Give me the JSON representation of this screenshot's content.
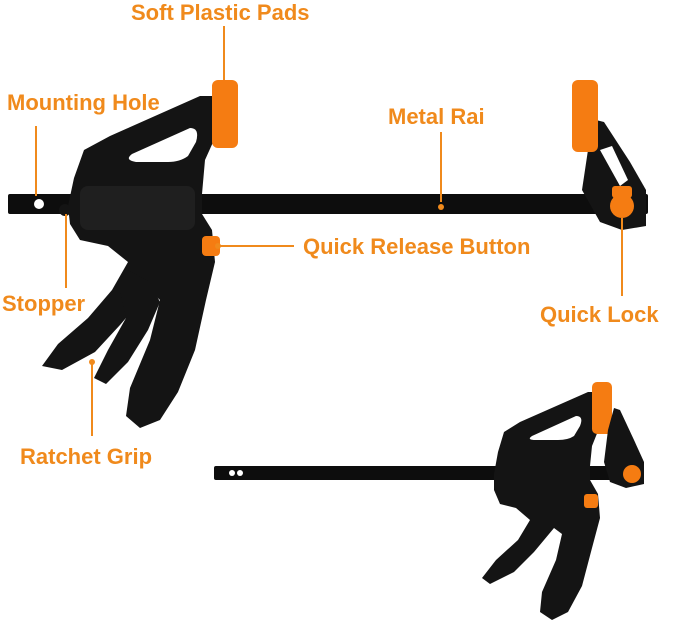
{
  "labels": {
    "soft_plastic_pads": "Soft Plastic Pads",
    "mounting_hole": "Mounting Hole",
    "metal_rail": "Metal Rai",
    "quick_release_button": "Quick Release Button",
    "stopper": "Stopper",
    "quick_lock": "Quick Lock",
    "ratchet_grip": "Ratchet Grip"
  },
  "colors": {
    "label": "#F08A1C",
    "leader_line": "#F08A1C",
    "clamp_body": "#141414",
    "rail": "#0d0d0d",
    "pad": "#F57C12",
    "background": "#ffffff"
  }
}
